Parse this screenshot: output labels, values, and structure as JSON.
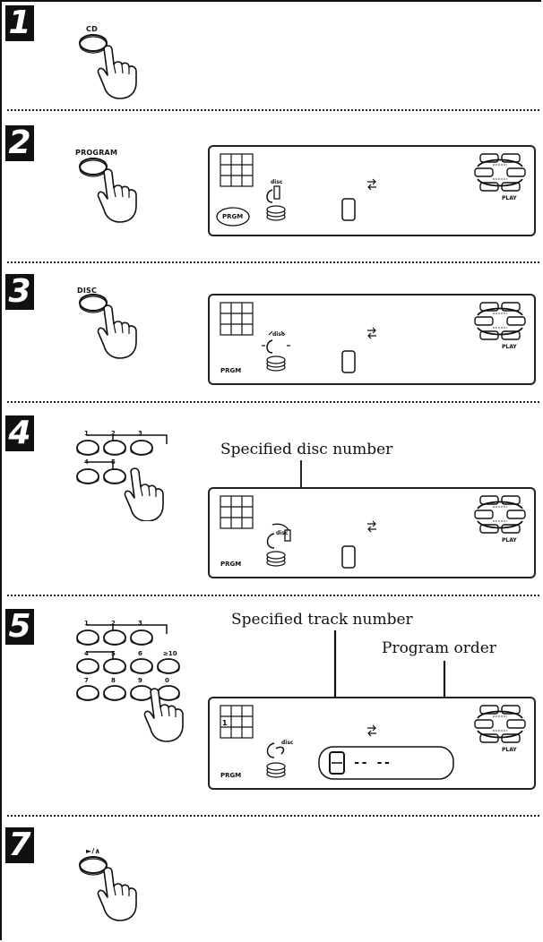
{
  "steps": [
    {
      "number": "1",
      "button": "CD"
    },
    {
      "number": "2",
      "button": "PROGRAM",
      "display_label": "PRGM"
    },
    {
      "number": "3",
      "button": "DISC",
      "display_label": "PRGM"
    },
    {
      "number": "4",
      "display_label": "PRGM",
      "caption": "Specified disc number",
      "keys": [
        "1",
        "2",
        "3",
        "4",
        "5"
      ]
    },
    {
      "number": "5",
      "display_label": "PRGM",
      "caption_track": "Specified track number",
      "caption_order": "Program order",
      "lcd_dashes": "-- --",
      "keys": [
        "1",
        "2",
        "3",
        "4",
        "5",
        "6",
        "≥10",
        "7",
        "8",
        "9",
        "0"
      ]
    },
    {
      "number": "7",
      "button": "►/∧"
    }
  ],
  "display": {
    "disc_word": "disc",
    "play_word": "PLAY"
  }
}
